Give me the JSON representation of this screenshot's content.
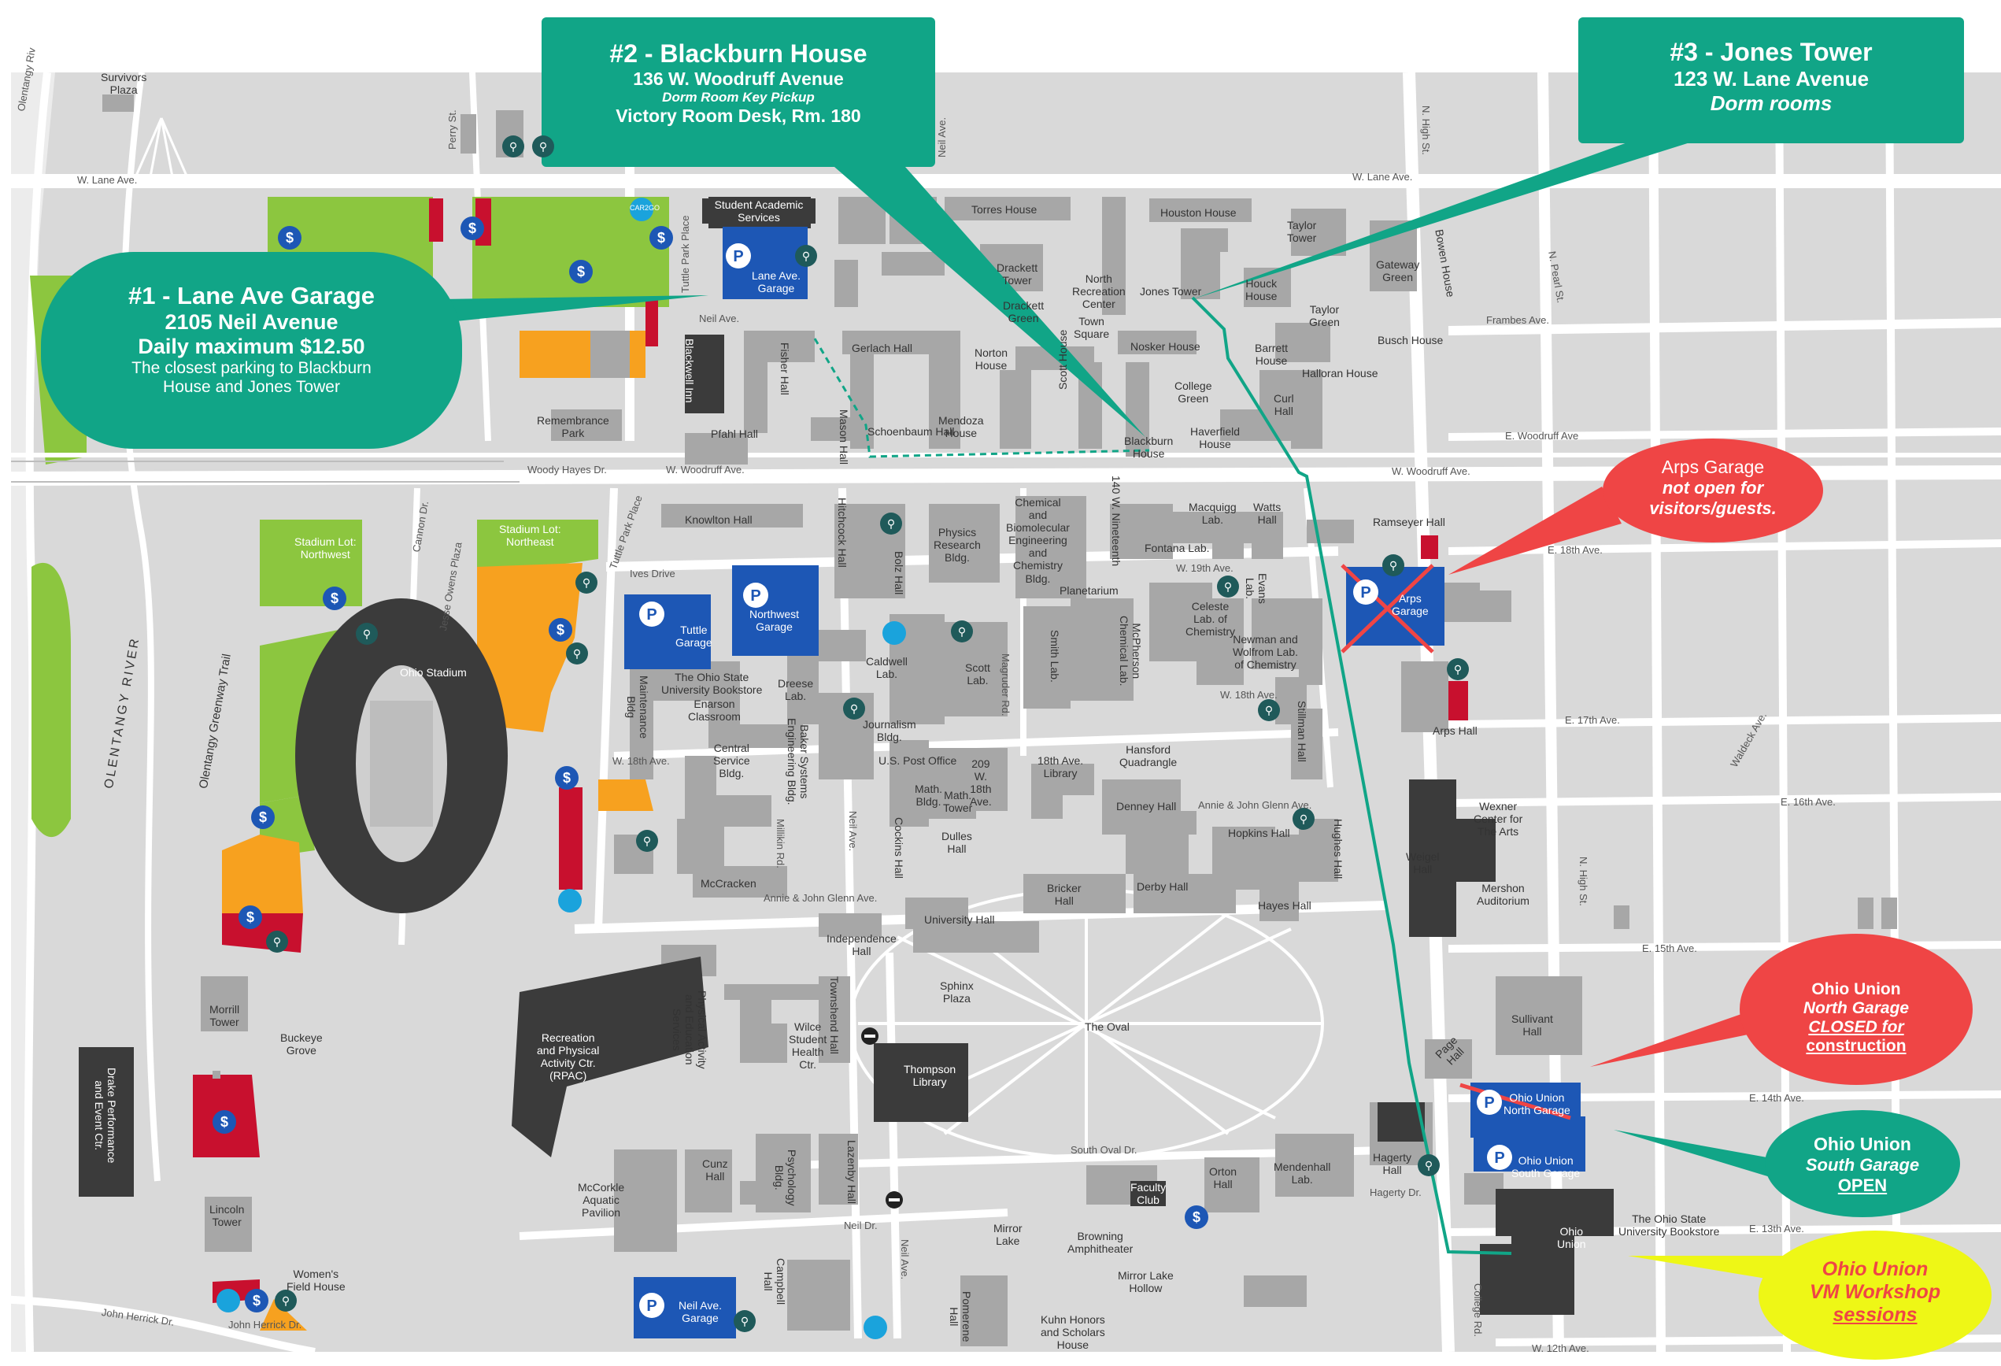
{
  "colors": {
    "teal": "#11a587",
    "red": "#ef4545",
    "yellow": "#eef716",
    "parking_blue": "#1d57b5",
    "lot_green": "#8cc63f",
    "lot_orange": "#f7a11f",
    "lot_red": "#c8102e",
    "building": "#a7a7a7",
    "dark_building": "#3b3b3b",
    "background": "#d9d9d9"
  },
  "callouts": {
    "c1": {
      "title": "#1 -  Lane Ave Garage",
      "l2": "2105 Neil Avenue",
      "l3": "Daily maximum $12.50",
      "l4": "The closest parking to Blackburn",
      "l5": "House and Jones Tower"
    },
    "c2": {
      "title": "#2 - Blackburn House",
      "l2": "136 W. Woodruff Avenue",
      "l3": "Dorm Room Key Pickup",
      "l4": "Victory Room Desk, Rm. 180"
    },
    "c3": {
      "title": "#3 - Jones Tower",
      "l2": "123 W. Lane Avenue",
      "l3": "Dorm rooms"
    },
    "arps": {
      "l1": "Arps Garage",
      "l2": "not open for",
      "l3": "visitors/guests."
    },
    "north": {
      "l1": "Ohio Union",
      "l2": "North Garage",
      "l3": "CLOSED",
      "l3b": " for",
      "l4": "construction"
    },
    "south": {
      "l1": "Ohio Union",
      "l2": "South Garage",
      "l3": "OPEN"
    },
    "vm": {
      "l1": "Ohio Union",
      "l2": "VM Workshop",
      "l3": "sessions"
    }
  },
  "labels": {
    "survivors": "Survivors",
    "plaza": "Plaza",
    "olentangy_riv": "Olentangy Riv",
    "olentangy_river": "OLENTANGY RIVER",
    "greenway": "Olentangy Greenway Trail",
    "w_lane": "W. Lane Ave.",
    "w_lane2": "W. Lane Ave.",
    "perry": "Perry St.",
    "neil_ave_top": "Neil Ave.",
    "tuttle_park_place": "Tuttle Park Place",
    "sas1": "Student Academic",
    "sas2": "Services",
    "lane_garage1": "Lane Ave.",
    "lane_garage2": "Garage",
    "neil_ave_mid": "Neil Ave.",
    "blackwell": "Blackwell Inn",
    "fisher": "Fisher Hall",
    "gerlach": "Gerlach Hall",
    "mason": "Mason Hall",
    "schoenbaum": "Schoenbaum Hall",
    "pfahl": "Pfahl Hall",
    "mendoza1": "Mendoza",
    "mendoza2": "House",
    "norton1": "Norton",
    "norton2": "House",
    "scott_house": "Scott House",
    "torres": "Torres House",
    "drackett_tower1": "Drackett",
    "drackett_tower2": "Tower",
    "drackett_green1": "Drackett",
    "drackett_green2": "Green",
    "nrc1": "North",
    "nrc2": "Recreation",
    "nrc3": "Center",
    "town1": "Town",
    "town2": "Square",
    "houston": "Houston House",
    "taylor_tower1": "Taylor",
    "taylor_tower2": "Tower",
    "jones_tower": "Jones Tower",
    "houck1": "Houck",
    "houck2": "House",
    "taylor_green1": "Taylor",
    "taylor_green2": "Green",
    "gateway1": "Gateway",
    "gateway2": "Green",
    "bowen": "Bowen House",
    "busch": "Busch House",
    "nosker": "Nosker House",
    "barrett1": "Barrett",
    "barrett2": "House",
    "halloran": "Halloran House",
    "college_green1": "College",
    "college_green2": "Green",
    "curl1": "Curl",
    "curl2": "Hall",
    "blackburn1": "Blackburn",
    "blackburn2": "House",
    "haverfield1": "Haverfield",
    "haverfield2": "House",
    "n_high": "N. High St.",
    "n_pearl": "N. Pearl St.",
    "frambes": "Frambes Ave.",
    "e_woodruff": "E. Woodruff Ave",
    "remembrance1": "Remembrance",
    "remembrance2": "Park",
    "woody_hayes": "Woody Hayes Dr.",
    "w_woodruff": "W. Woodruff Ave.",
    "w_woodruff2": "W. Woodruff Ave.",
    "cannon": "Cannon Dr.",
    "jesse_owens": "Jesse Owens Plaza",
    "tuttle_park_pl2": "Tuttle Park Place",
    "stadium_nw1": "Stadium Lot:",
    "stadium_nw2": "Northwest",
    "stadium_ne1": "Stadium Lot:",
    "stadium_ne2": "Northeast",
    "knowlton": "Knowlton Hall",
    "ives": "Ives Drive",
    "hitchcock": "Hitchcock Hall",
    "bolz": "Bolz Hall",
    "physics1": "Physics",
    "physics2": "Research",
    "physics3": "Bldg.",
    "chem1": "Chemical",
    "chem2": "and",
    "chem3": "Biomolecular",
    "chem4": "Engineering",
    "chem5": "and",
    "chem6": "Chemistry",
    "chem7": "Bldg.",
    "nineteenth": "140 W. Nineteenth",
    "fontana": "Fontana Lab.",
    "macquigg1": "Macquigg",
    "macquigg2": "Lab.",
    "watts1": "Watts",
    "watts2": "Hall",
    "ramseyer": "Ramseyer Hall",
    "e18": "E. 18th Ave.",
    "w19": "W. 19th Ave.",
    "tuttle_garage1": "Tuttle",
    "tuttle_garage2": "Garage",
    "nw_garage1": "Northwest",
    "nw_garage2": "Garage",
    "planetarium": "Planetarium",
    "smith_lab": "Smith Lab.",
    "mcpherson1": "McPherson",
    "mcpherson2": "Chemical Lab.",
    "celeste1": "Celeste",
    "celeste2": "Lab. of",
    "celeste3": "Chemistry",
    "evans1": "Evans",
    "evans2": "Lab.",
    "newman1": "Newman and",
    "newman2": "Wolfrom Lab.",
    "newman3": "of Chemistry",
    "arps_garage1": "Arps",
    "arps_garage2": "Garage",
    "arps_hall": "Arps Hall",
    "e17": "E. 17th Ave.",
    "caldwell1": "Caldwell",
    "caldwell2": "Lab.",
    "scott_lab1": "Scott",
    "scott_lab2": "Lab.",
    "magruder": "Magruder Rd.",
    "w18_mid": "W. 18th Ave.",
    "bookstore1": "The Ohio State",
    "bookstore2": "University Bookstore",
    "enarson1": "Enarson",
    "enarson2": "Classroom",
    "dreese1": "Dreese",
    "dreese2": "Lab.",
    "journalism1": "Journalism",
    "journalism2": "Bldg.",
    "maintenance1": "Maintenance",
    "maintenance2": "Bldg",
    "ohio_stadium": "Ohio Stadium",
    "central1": "Central",
    "central2": "Service",
    "central3": "Bldg.",
    "baker1": "Baker Systems",
    "baker2": "Engineering Bldg.",
    "w18_left": "W. 18th Ave.",
    "post_office": "U.S. Post Office",
    "math_tower1": "209",
    "math_tower2": "W.",
    "math_tower3": "18th",
    "math_tower4": "Ave.",
    "math_bldg1": "Math.",
    "math_bldg2": "Bldg.",
    "math_tower_b1": "Math.",
    "math_tower_b2": "Tower",
    "library18_1": "18th Ave.",
    "library18_2": "Library",
    "hansford1": "Hansford",
    "hansford2": "Quadrangle",
    "sullivant_small": "Stillman Hall",
    "wexner1": "Wexner",
    "wexner2": "Center for",
    "wexner3": "The Arts",
    "e16": "E. 16th Ave.",
    "denney": "Denney Hall",
    "aj_glenn": "Annie & John Glenn Ave.",
    "aj_glenn2": "Annie & John Glenn Ave.",
    "hopkins": "Hopkins Hall",
    "hughes": "Hughes Hall",
    "weigel1": "Weigel",
    "weigel2": "Hall",
    "mershon1": "Mershon",
    "mershon2": "Auditorium",
    "cockins": "Cockins Hall",
    "dulles1": "Dulles",
    "dulles2": "Hall",
    "milikin": "Millikin Rd.",
    "neil_ave_v": "Neil Ave.",
    "mccracken": "McCracken",
    "bricker1": "Bricker",
    "bricker2": "Hall",
    "derby": "Derby Hall",
    "hayes": "Hayes Hall",
    "n_high2": "N. High St.",
    "university_hall": "University Hall",
    "independence1": "Independence",
    "independence2": "Hall",
    "e15": "E. 15th Ave.",
    "sphinx1": "Sphinx",
    "sphinx2": "Plaza",
    "morrill1": "Morrill",
    "morrill2": "Tower",
    "buckeye1": "Buckeye",
    "buckeye2": "Grove",
    "rpac1": "Recreation",
    "rpac2": "and Physical",
    "rpac3": "Activity Ctr.",
    "rpac4": "(RPAC)",
    "pae1": "Physical Activity",
    "pae2": "and Education",
    "pae3": "Services",
    "wilce1": "Wilce",
    "wilce2": "Student",
    "wilce3": "Health",
    "wilce4": "Ctr.",
    "townshend": "Townshend Hall",
    "thompson1": "Thompson",
    "thompson2": "Library",
    "the_oval": "The Oval",
    "sullivant1": "Sullivant",
    "sullivant2": "Hall",
    "page1": "Page",
    "page2": "Hall",
    "ou_north1": "Ohio Union",
    "ou_north2": "North Garage",
    "e14": "E. 14th Ave.",
    "drake1": "Drake Performance",
    "drake2": "and Event Ctr.",
    "south_oval": "South Oval Dr.",
    "faculty1": "Faculty",
    "faculty2": "Club",
    "orton1": "Orton",
    "orton2": "Hall",
    "mendenhall1": "Mendenhall",
    "mendenhall2": "Lab.",
    "hagerty1": "Hagerty",
    "hagerty2": "Hall",
    "ou_south1": "Ohio Union",
    "ou_south2": "South Garage",
    "hagerty_dr": "Hagerty Dr.",
    "mccorkle1": "McCorkle",
    "mccorkle2": "Aquatic",
    "mccorkle3": "Pavilion",
    "cunz1": "Cunz",
    "cunz2": "Hall",
    "psych1": "Psychology",
    "psych2": "Bldg.",
    "lazenby": "Lazenby Hall",
    "lincoln1": "Lincoln",
    "lincoln2": "Tower",
    "neil_dr": "Neil Dr.",
    "neil_ave_low": "Neil Ave.",
    "mirror1": "Mirror",
    "mirror2": "Lake",
    "browning1": "Browning",
    "browning2": "Amphitheater",
    "mlh1": "Mirror Lake",
    "mlh2": "Hollow",
    "ohio_union1": "Ohio",
    "ohio_union2": "Union",
    "osu_books1": "The Ohio State",
    "osu_books2": "University Bookstore",
    "e13": "E. 13th Ave.",
    "womens1": "Women's",
    "womens2": "Field House",
    "john_herrick": "John Herrick Dr.",
    "john_herrick2": "John Herrick Dr.",
    "campbell1": "Campbell",
    "campbell2": "Hall",
    "neil_garage1": "Neil Ave.",
    "neil_garage2": "Garage",
    "kuhn1": "Kuhn Honors",
    "kuhn2": "and Scholars",
    "kuhn3": "House",
    "pomerene1": "Pomerene",
    "pomerene2": "Hall",
    "college_rd": "College Rd.",
    "waldeck": "Waldeck Ave.",
    "w12": "W. 12th Ave.",
    "carzgo": "CAR2GO"
  }
}
